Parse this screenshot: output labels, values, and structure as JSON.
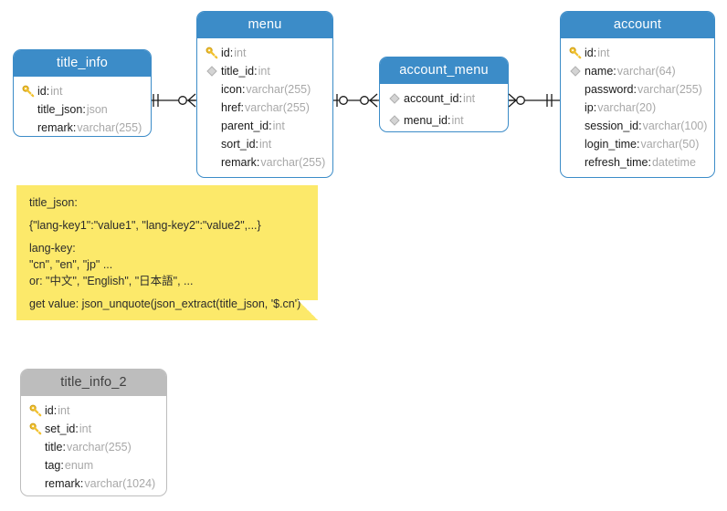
{
  "diagram": {
    "type": "er-diagram",
    "background": "#ffffff",
    "colors": {
      "header_blue": "#3C8CC8",
      "header_gray": "#BDBDBD",
      "note_yellow": "#FCE96A",
      "type_text": "#A8A8A8",
      "name_text": "#1A1A1A",
      "key_icon": "#F2C230",
      "diamond_icon": "#C8C8C8"
    }
  },
  "entities": [
    {
      "id": "title_info",
      "name": "title_info",
      "header_style": "blue",
      "attributes": [
        {
          "marker": "key-icon",
          "name": "id",
          "type": "int"
        },
        {
          "marker": "none",
          "name": "title_json",
          "type": "json"
        },
        {
          "marker": "none",
          "name": "remark",
          "type": "varchar(255)"
        }
      ]
    },
    {
      "id": "menu",
      "name": "menu",
      "header_style": "blue",
      "attributes": [
        {
          "marker": "key-icon",
          "name": "id",
          "type": "int"
        },
        {
          "marker": "diamond-icon",
          "name": "title_id",
          "type": "int"
        },
        {
          "marker": "none",
          "name": "icon",
          "type": "varchar(255)"
        },
        {
          "marker": "none",
          "name": "href",
          "type": "varchar(255)"
        },
        {
          "marker": "none",
          "name": "parent_id",
          "type": "int"
        },
        {
          "marker": "none",
          "name": "sort_id",
          "type": "int"
        },
        {
          "marker": "none",
          "name": "remark",
          "type": "varchar(255)"
        }
      ]
    },
    {
      "id": "account_menu",
      "name": "account_menu",
      "header_style": "blue",
      "attributes": [
        {
          "marker": "diamond-icon",
          "name": "account_id",
          "type": "int"
        },
        {
          "marker": "diamond-icon",
          "name": "menu_id",
          "type": "int"
        }
      ]
    },
    {
      "id": "account",
      "name": "account",
      "header_style": "blue",
      "attributes": [
        {
          "marker": "key-icon",
          "name": "id",
          "type": "int"
        },
        {
          "marker": "diamond-icon",
          "name": "name",
          "type": "varchar(64)"
        },
        {
          "marker": "none",
          "name": "password",
          "type": "varchar(255)"
        },
        {
          "marker": "none",
          "name": "ip",
          "type": "varchar(20)"
        },
        {
          "marker": "none",
          "name": "session_id",
          "type": "varchar(100)"
        },
        {
          "marker": "none",
          "name": "login_time",
          "type": "varchar(50)"
        },
        {
          "marker": "none",
          "name": "refresh_time",
          "type": "datetime"
        }
      ]
    },
    {
      "id": "title_info_2",
      "name": "title_info_2",
      "header_style": "gray",
      "attributes": [
        {
          "marker": "key-icon",
          "name": "id",
          "type": "int"
        },
        {
          "marker": "key-icon",
          "name": "set_id",
          "type": "int"
        },
        {
          "marker": "none",
          "name": "title",
          "type": "varchar(255)"
        },
        {
          "marker": "none",
          "name": "tag",
          "type": "enum"
        },
        {
          "marker": "none",
          "name": "remark",
          "type": "varchar(1024)"
        }
      ]
    }
  ],
  "relationships": [
    {
      "id": "rel-title_info-menu",
      "from": "title_info",
      "to": "menu",
      "from_cardinality": "one-one",
      "to_cardinality": "zero-many"
    },
    {
      "id": "rel-menu-account_menu",
      "from": "menu",
      "to": "account_menu",
      "from_cardinality": "one-zero",
      "to_cardinality": "zero-many"
    },
    {
      "id": "rel-account_menu-account",
      "from": "account_menu",
      "to": "account",
      "from_cardinality": "zero-many",
      "to_cardinality": "one-one"
    }
  ],
  "note": {
    "id": "title_json-note",
    "lines": [
      "title_json:",
      "{\"lang-key1\":\"value1\", \"lang-key2\":\"value2\",...}",
      "lang-key:",
      "\"cn\", \"en\", \"jp\" ...",
      "or: \"中文\", \"English\", \"日本語\", ...",
      "get value: json_unquote(json_extract(title_json, '$.cn')"
    ]
  }
}
